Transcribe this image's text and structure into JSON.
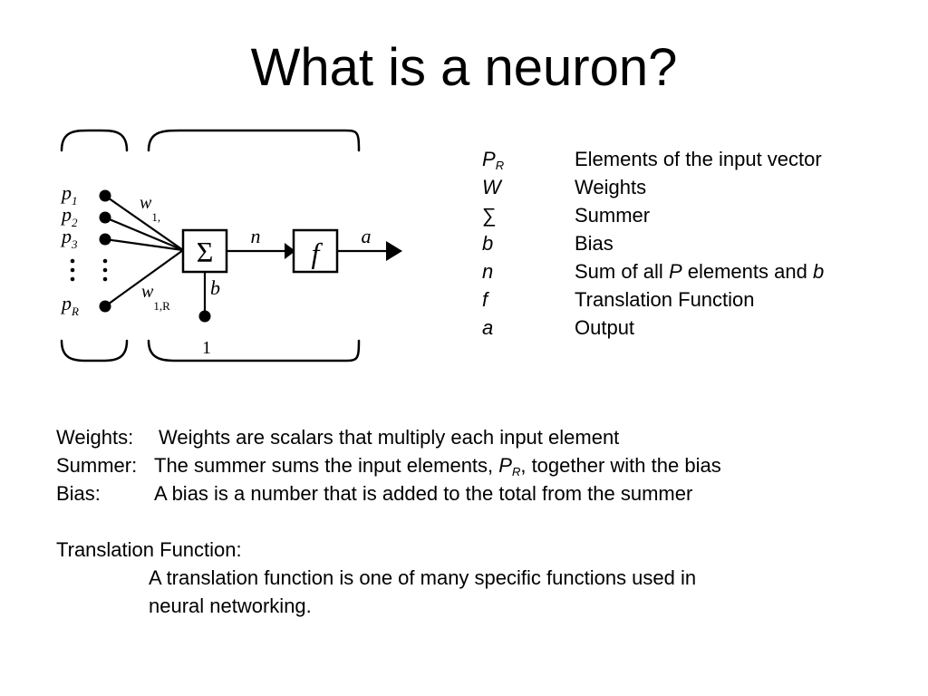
{
  "title": "What is a neuron?",
  "diagram": {
    "inputs": [
      {
        "base": "p",
        "sub": "1"
      },
      {
        "base": "p",
        "sub": "2"
      },
      {
        "base": "p",
        "sub": "3"
      },
      {
        "base": "p",
        "sub": "R"
      }
    ],
    "weight_first": {
      "base": "w",
      "sub": "1,"
    },
    "weight_last": {
      "base": "w",
      "sub": "1,R"
    },
    "summer_symbol": "Σ",
    "net_label": "n",
    "function_symbol": "f",
    "output_label": "a",
    "bias_label": "b",
    "bias_input": "1"
  },
  "legend": [
    {
      "symbol": "P",
      "sub": "R",
      "desc": "Elements of the input vector"
    },
    {
      "symbol": "W",
      "desc": "Weights"
    },
    {
      "symbol": "∑",
      "desc": "Summer"
    },
    {
      "symbol": "b",
      "desc": "Bias"
    },
    {
      "symbol": "n",
      "desc_before": "Sum of all ",
      "desc_em1": "P",
      "desc_middle": " elements and ",
      "desc_em2": "b"
    },
    {
      "symbol": "f",
      "desc": "Translation Function"
    },
    {
      "symbol": "a",
      "desc": "Output"
    }
  ],
  "notes": {
    "weights_label": "Weights:",
    "weights_text": "Weights are scalars that multiply each input element",
    "summer_label": "Summer:",
    "summer_text_before": "The summer sums the input elements, ",
    "summer_em": "P",
    "summer_sub": "R",
    "summer_text_after": ", together with the bias",
    "bias_label": "Bias:",
    "bias_text": "A bias is a number that is added to the total from the summer",
    "translation_label": "Translation Function:",
    "translation_line1": "A translation function is one of many specific functions used in",
    "translation_line2": "neural networking."
  }
}
